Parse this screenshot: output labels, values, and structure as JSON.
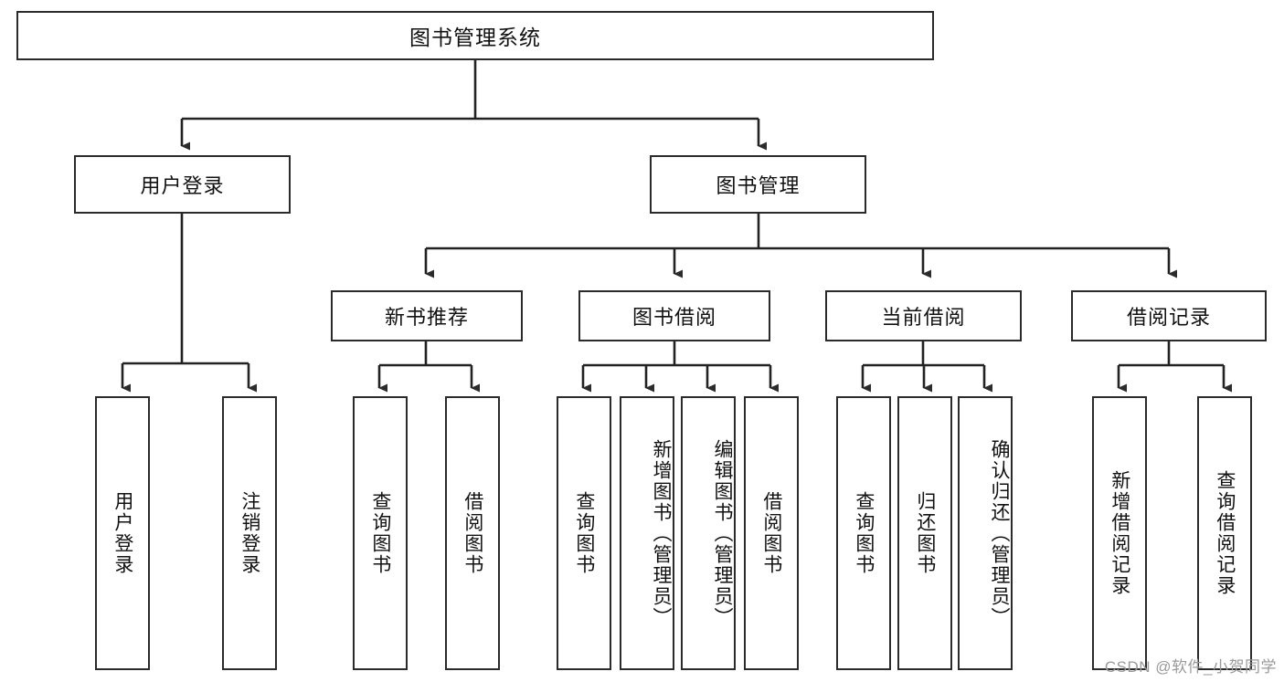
{
  "diagram": {
    "type": "tree-hierarchy-chart",
    "title": "图书管理系统",
    "watermark": "CSDN @软件_小贺同学",
    "colors": {
      "box_border": "#2b2b2b",
      "box_fill": "#ffffff",
      "connector": "#222222",
      "text": "#111111",
      "watermark": "#9a9a9a"
    },
    "root": {
      "label": "图书管理系统"
    },
    "level2": [
      {
        "label": "用户登录"
      },
      {
        "label": "图书管理"
      }
    ],
    "level3": [
      {
        "label": "新书推荐"
      },
      {
        "label": "图书借阅"
      },
      {
        "label": "当前借阅"
      },
      {
        "label": "借阅记录"
      }
    ],
    "leaves": {
      "user_login": [
        {
          "label": "用户登录"
        },
        {
          "label": "注销登录"
        }
      ],
      "new_book_rec": [
        {
          "label": "查询图书"
        },
        {
          "label": "借阅图书"
        }
      ],
      "book_borrow": [
        {
          "label": "查询图书"
        },
        {
          "label": "新增图书（管理员）"
        },
        {
          "label": "编辑图书（管理员）"
        },
        {
          "label": "借阅图书"
        }
      ],
      "current_borrow": [
        {
          "label": "查询图书"
        },
        {
          "label": "归还图书"
        },
        {
          "label": "确认归还（管理员）"
        }
      ],
      "borrow_records": [
        {
          "label": "新增借阅记录"
        },
        {
          "label": "查询借阅记录"
        }
      ]
    }
  }
}
